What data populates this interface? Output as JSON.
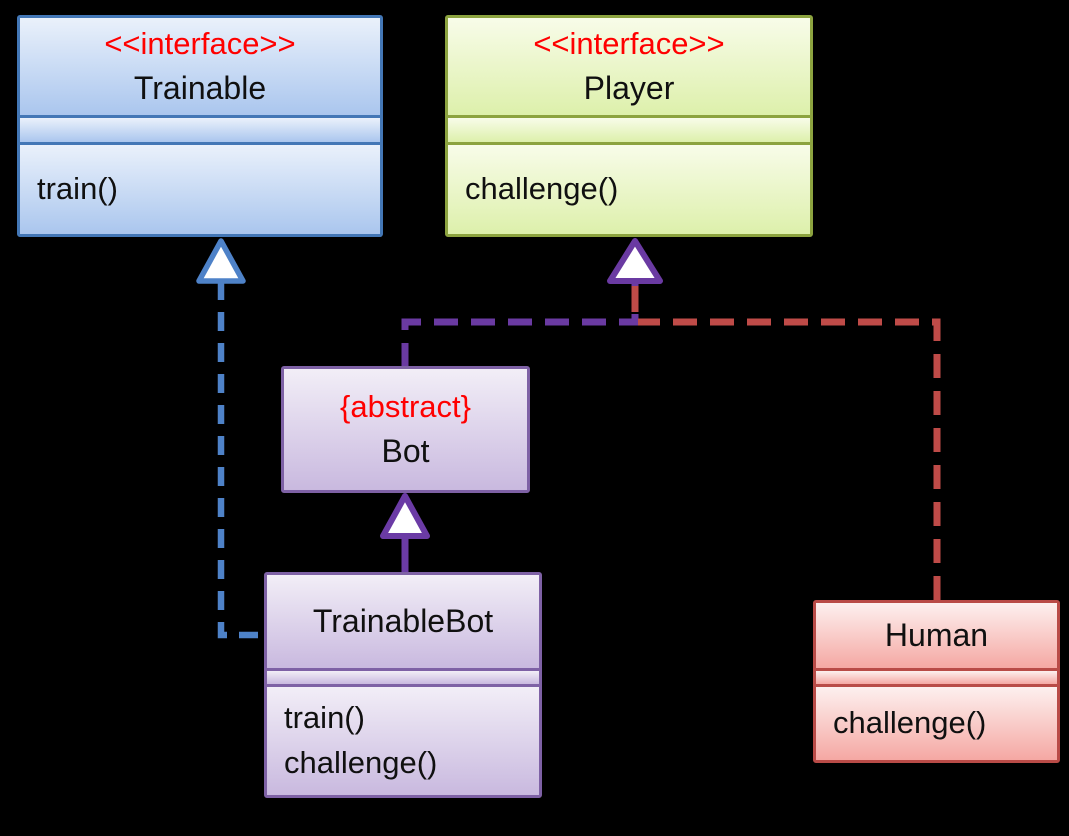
{
  "canvas": {
    "background_color": "#000000"
  },
  "classes": {
    "trainable": {
      "stereotype": "<<interface>>",
      "name": "Trainable",
      "methods": [
        "train()"
      ],
      "style": {
        "fill_top": "#eaf1fb",
        "fill_bottom": "#aac6ee",
        "border": "#4377b6",
        "stereotype_color": "#ff0000"
      }
    },
    "player": {
      "stereotype": "<<interface>>",
      "name": "Player",
      "methods": [
        "challenge()"
      ],
      "style": {
        "fill_top": "#f8fce9",
        "fill_bottom": "#ddf0ab",
        "border": "#8ca33f",
        "stereotype_color": "#ff0000"
      }
    },
    "bot": {
      "stereotype": "{abstract}",
      "name": "Bot",
      "methods": [],
      "style": {
        "fill_top": "#f2eef7",
        "fill_bottom": "#c9b9df",
        "border": "#7e61a5",
        "stereotype_color": "#ff0000"
      }
    },
    "trainable_bot": {
      "stereotype": "",
      "name": "TrainableBot",
      "methods": [
        "train()",
        "challenge()"
      ],
      "style": {
        "fill_top": "#f2eef7",
        "fill_bottom": "#c9b9df",
        "border": "#7e61a5"
      }
    },
    "human": {
      "stereotype": "",
      "name": "Human",
      "methods": [
        "challenge()"
      ],
      "style": {
        "fill_top": "#fdf0ef",
        "fill_bottom": "#f5a8a3",
        "border": "#b94b47"
      }
    }
  },
  "connectors": {
    "trainablebot_realizes_trainable": {
      "relation": "realization",
      "from": "TrainableBot",
      "to": "Trainable",
      "line_style": "dashed",
      "arrowhead": "hollow-triangle",
      "color": "#4e82c8"
    },
    "bot_realizes_player": {
      "relation": "realization",
      "from": "Bot",
      "to": "Player",
      "line_style": "dashed",
      "arrowhead": "hollow-triangle",
      "color": "#6a3aa2"
    },
    "human_realizes_player": {
      "relation": "realization",
      "from": "Human",
      "to": "Player",
      "line_style": "dashed",
      "arrowhead": "hollow-triangle",
      "color": "#bf4b48"
    },
    "trainablebot_extends_bot": {
      "relation": "generalization",
      "from": "TrainableBot",
      "to": "Bot",
      "line_style": "solid",
      "arrowhead": "hollow-triangle",
      "color": "#6b3ba5"
    }
  }
}
